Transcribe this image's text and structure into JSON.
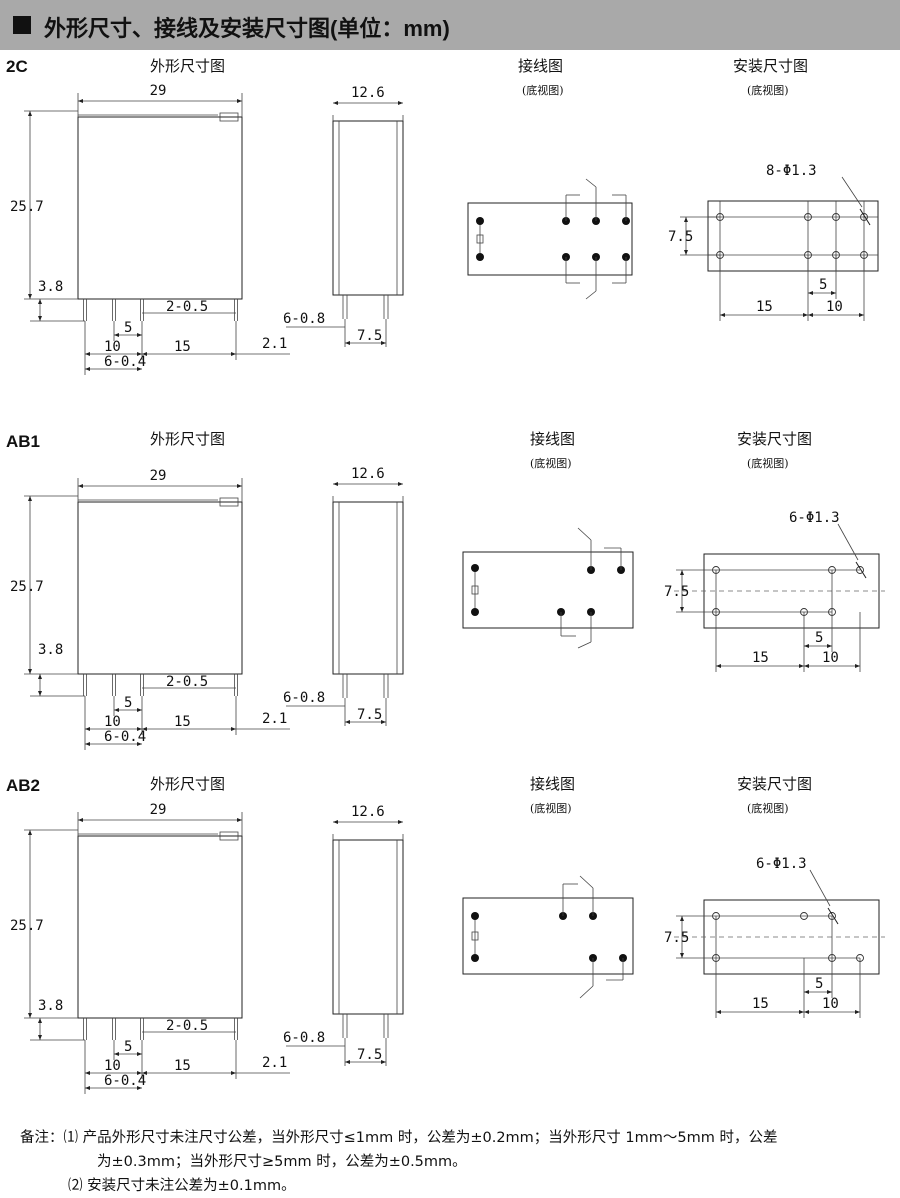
{
  "header": {
    "title": "外形尺寸、接线及安装尺寸图(单位：mm)"
  },
  "sections": [
    {
      "label": "2C",
      "outline_title": "外形尺寸图",
      "wiring_title": "接线图",
      "wiring_sub": "(底视图)",
      "mount_title": "安装尺寸图",
      "mount_sub": "(底视图)",
      "dims": {
        "width": "29",
        "depth": "12.6",
        "height": "25.7",
        "pin_len": "3.8",
        "pin_w2": "2-0.5",
        "pitch5": "5",
        "pitch10": "10",
        "pitch15": "15",
        "pin_w6": "6-0.4",
        "offset": "2.1",
        "pin_t": "6-0.8",
        "row": "7.5"
      },
      "mount": {
        "holes": "8-Φ1.3",
        "row": "7.5",
        "d5": "5",
        "d15": "15",
        "d10": "10"
      }
    },
    {
      "label": "AB1",
      "outline_title": "外形尺寸图",
      "wiring_title": "接线图",
      "wiring_sub": "(底视图)",
      "mount_title": "安装尺寸图",
      "mount_sub": "(底视图)",
      "dims": {
        "width": "29",
        "depth": "12.6",
        "height": "25.7",
        "pin_len": "3.8",
        "pin_w2": "2-0.5",
        "pitch5": "5",
        "pitch10": "10",
        "pitch15": "15",
        "pin_w6": "6-0.4",
        "offset": "2.1",
        "pin_t": "6-0.8",
        "row": "7.5"
      },
      "mount": {
        "holes": "6-Φ1.3",
        "row": "7.5",
        "d5": "5",
        "d15": "15",
        "d10": "10"
      }
    },
    {
      "label": "AB2",
      "outline_title": "外形尺寸图",
      "wiring_title": "接线图",
      "wiring_sub": "(底视图)",
      "mount_title": "安装尺寸图",
      "mount_sub": "(底视图)",
      "dims": {
        "width": "29",
        "depth": "12.6",
        "height": "25.7",
        "pin_len": "3.8",
        "pin_w2": "2-0.5",
        "pitch5": "5",
        "pitch10": "10",
        "pitch15": "15",
        "pin_w6": "6-0.4",
        "offset": "2.1",
        "pin_t": "6-0.8",
        "row": "7.5"
      },
      "mount": {
        "holes": "6-Φ1.3",
        "row": "7.5",
        "d5": "5",
        "d15": "15",
        "d10": "10"
      }
    }
  ],
  "notes": {
    "prefix": "备注：",
    "n1_num": "⑴",
    "n1_line1": "产品外形尺寸未注尺寸公差，当外形尺寸≤1mm 时，公差为±0.2mm；当外形尺寸 1mm～5mm 时，公差",
    "n1_line2": "为±0.3mm；当外形尺寸≥5mm 时，公差为±0.5mm。",
    "n2_num": "⑵",
    "n2_line": "安装尺寸未注公差为±0.1mm。"
  }
}
